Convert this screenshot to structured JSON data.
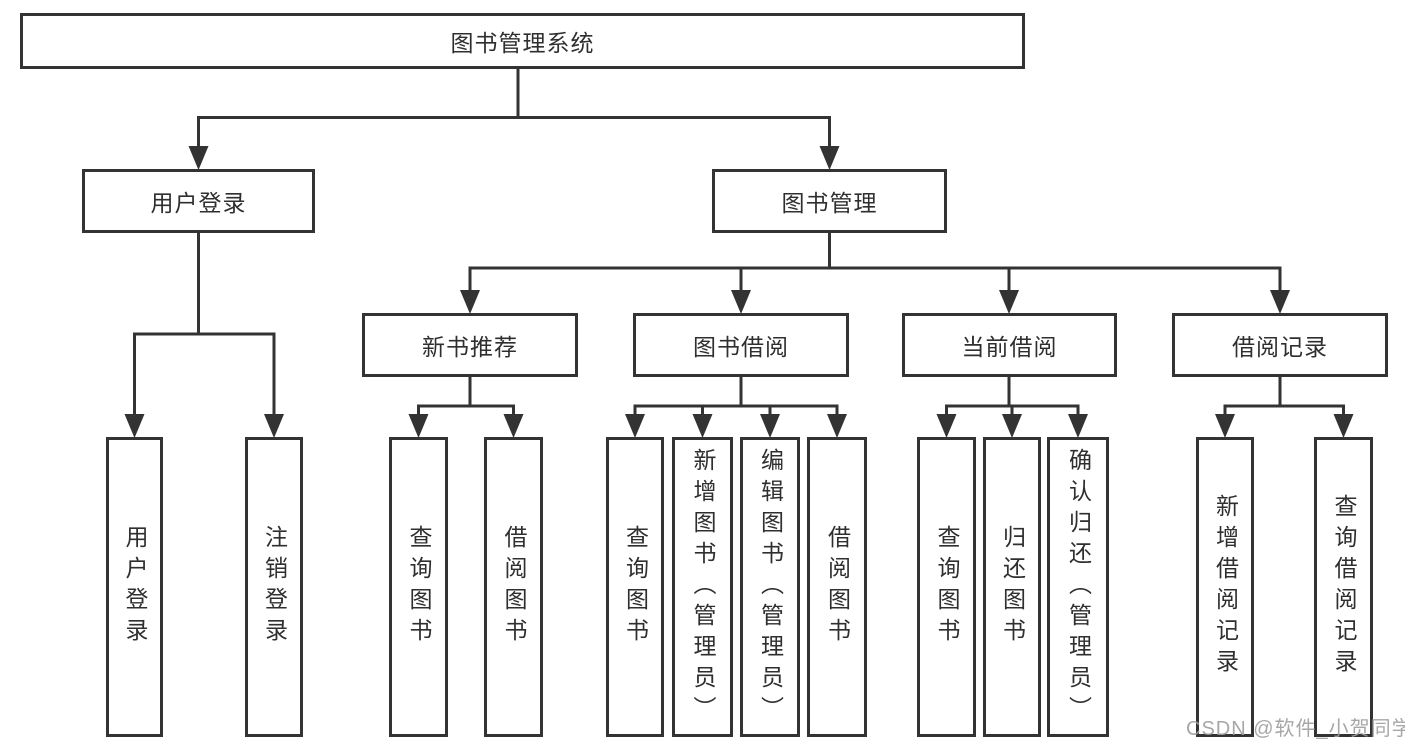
{
  "diagram_title": "图书管理系统",
  "tree": {
    "label": "图书管理系统",
    "children": [
      {
        "label": "用户登录",
        "children": [
          {
            "label": "用户登录"
          },
          {
            "label": "注销登录"
          }
        ]
      },
      {
        "label": "图书管理",
        "children": [
          {
            "label": "新书推荐",
            "children": [
              {
                "label": "查询图书"
              },
              {
                "label": "借阅图书"
              }
            ]
          },
          {
            "label": "图书借阅",
            "children": [
              {
                "label": "查询图书"
              },
              {
                "label": "新增图书（管理员）"
              },
              {
                "label": "编辑图书（管理员）"
              },
              {
                "label": "借阅图书"
              }
            ]
          },
          {
            "label": "当前借阅",
            "children": [
              {
                "label": "查询图书"
              },
              {
                "label": "归还图书"
              },
              {
                "label": "确认归还（管理员）"
              }
            ]
          },
          {
            "label": "借阅记录",
            "children": [
              {
                "label": "新增借阅记录"
              },
              {
                "label": "查询借阅记录"
              }
            ]
          }
        ]
      }
    ]
  },
  "watermark": {
    "text": "CSDN @软件_小贺同学"
  },
  "colors": {
    "line": "#333333",
    "box_border": "#333333",
    "box_background": "#ffffff",
    "text": "#2f2f2f",
    "watermark": "#9e9e9e"
  }
}
